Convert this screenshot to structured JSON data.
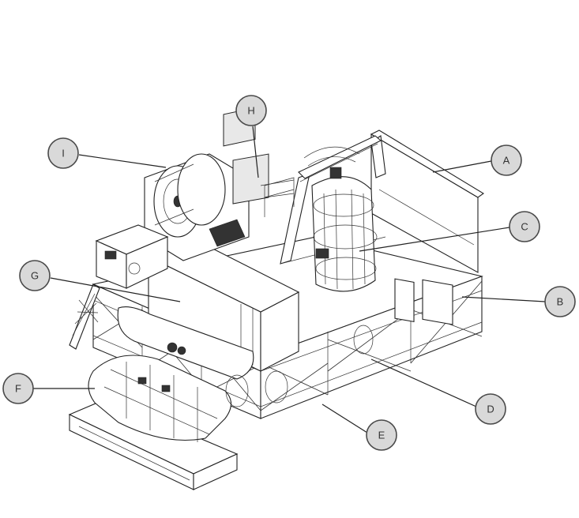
{
  "labels": [
    {
      "id": "A",
      "text": "A"
    },
    {
      "id": "B",
      "text": "B"
    },
    {
      "id": "C",
      "text": "C"
    },
    {
      "id": "D",
      "text": "D"
    },
    {
      "id": "E",
      "text": "E"
    },
    {
      "id": "F",
      "text": "F"
    },
    {
      "id": "G",
      "text": "G"
    },
    {
      "id": "H",
      "text": "H"
    },
    {
      "id": "I",
      "text": "I"
    }
  ],
  "colors": {
    "bubble_fill": "#d9d9d9",
    "bubble_stroke": "#4a4a4a",
    "line": "#222222",
    "background": "#ffffff"
  }
}
